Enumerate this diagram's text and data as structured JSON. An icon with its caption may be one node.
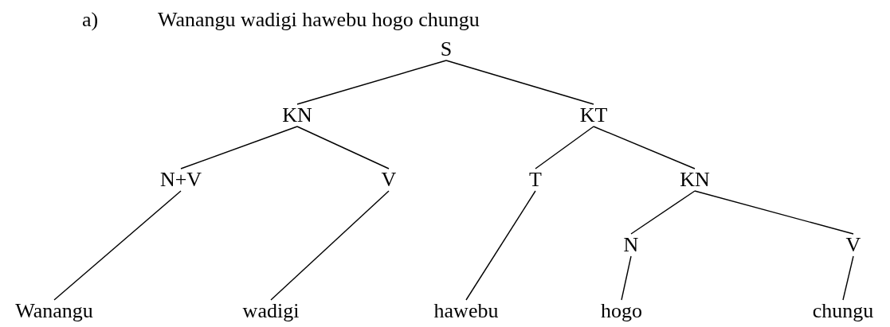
{
  "diagram": {
    "title": "Wanangu wadigi hawebu hogo chungu",
    "nodes": [
      {
        "text": [
          "S"
        ]
      },
      {
        "text": [
          "KN"
        ]
      },
      {
        "text": [
          "KT"
        ]
      },
      {
        "text": [
          "N+V"
        ]
      },
      {
        "text": [
          "V"
        ]
      },
      {
        "text": [
          "T"
        ]
      },
      {
        "text": [
          "KN"
        ]
      },
      {
        "text": [
          "N"
        ]
      },
      {
        "text": [
          "V"
        ]
      },
      {
        "text": [
          "Wanangu"
        ]
      },
      {
        "text": [
          "wadigi"
        ]
      },
      {
        "text": [
          "hawebu"
        ]
      },
      {
        "text": [
          "hogo"
        ]
      },
      {
        "text": [
          "chungu"
        ]
      }
    ],
    "edges": [
      {
        "from": 0,
        "to": 1,
        "arrow": "none"
      },
      {
        "from": 0,
        "to": 2,
        "arrow": "none"
      },
      {
        "from": 1,
        "to": 3,
        "arrow": "none"
      },
      {
        "from": 1,
        "to": 4,
        "arrow": "none"
      },
      {
        "from": 2,
        "to": 5,
        "arrow": "none"
      },
      {
        "from": 2,
        "to": 6,
        "arrow": "none"
      },
      {
        "from": 6,
        "to": 7,
        "arrow": "none"
      },
      {
        "from": 6,
        "to": 8,
        "arrow": "none"
      },
      {
        "from": 3,
        "to": 9,
        "arrow": "none"
      },
      {
        "from": 4,
        "to": 10,
        "arrow": "none"
      },
      {
        "from": 5,
        "to": 11,
        "arrow": "none"
      },
      {
        "from": 7,
        "to": 12,
        "arrow": "none"
      },
      {
        "from": 8,
        "to": 13,
        "arrow": "none"
      }
    ],
    "labels": [
      "a)"
    ]
  }
}
